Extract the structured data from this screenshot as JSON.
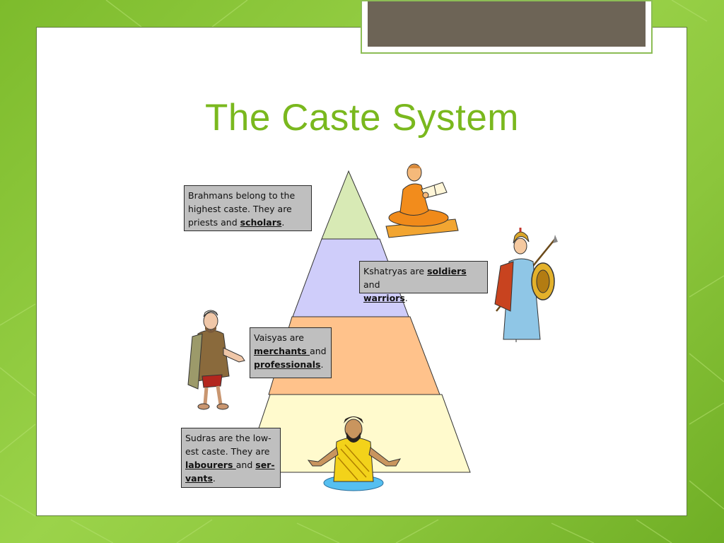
{
  "slide": {
    "title": "The Caste System"
  },
  "colors": {
    "title": "#7ab81e",
    "tier_top": "#d8eab5",
    "tier_2": "#cfcdfa",
    "tier_3": "#ffc28b",
    "tier_bottom": "#fffacd",
    "label_box": "#bfbfbf"
  },
  "boxes": {
    "brahmans": {
      "text1": "Brahmans belong to the",
      "text2": "highest caste. They are",
      "text3": "priests and ",
      "term1": "scholars",
      "end": "."
    },
    "kshatryas": {
      "text1": "Kshatryas are  ",
      "term1": "soldiers ",
      "mid": "and",
      "term2": "warriors",
      "end": "."
    },
    "vaisyas": {
      "text1": "Vaisyas are",
      "term1": "merchants ",
      "mid": "and",
      "term2": "professionals",
      "end": "."
    },
    "sudras": {
      "text1": "Sudras are the low-",
      "text2": "est caste. They are",
      "term1": "labourers ",
      "mid": "and ",
      "term2": "ser-",
      "term3": "vants",
      "end": "."
    }
  },
  "icons": {
    "brahman": "reading-scholar-icon",
    "kshatrya": "warrior-with-shield-icon",
    "vaisya": "merchant-icon",
    "sudra": "laborer-in-water-icon"
  }
}
